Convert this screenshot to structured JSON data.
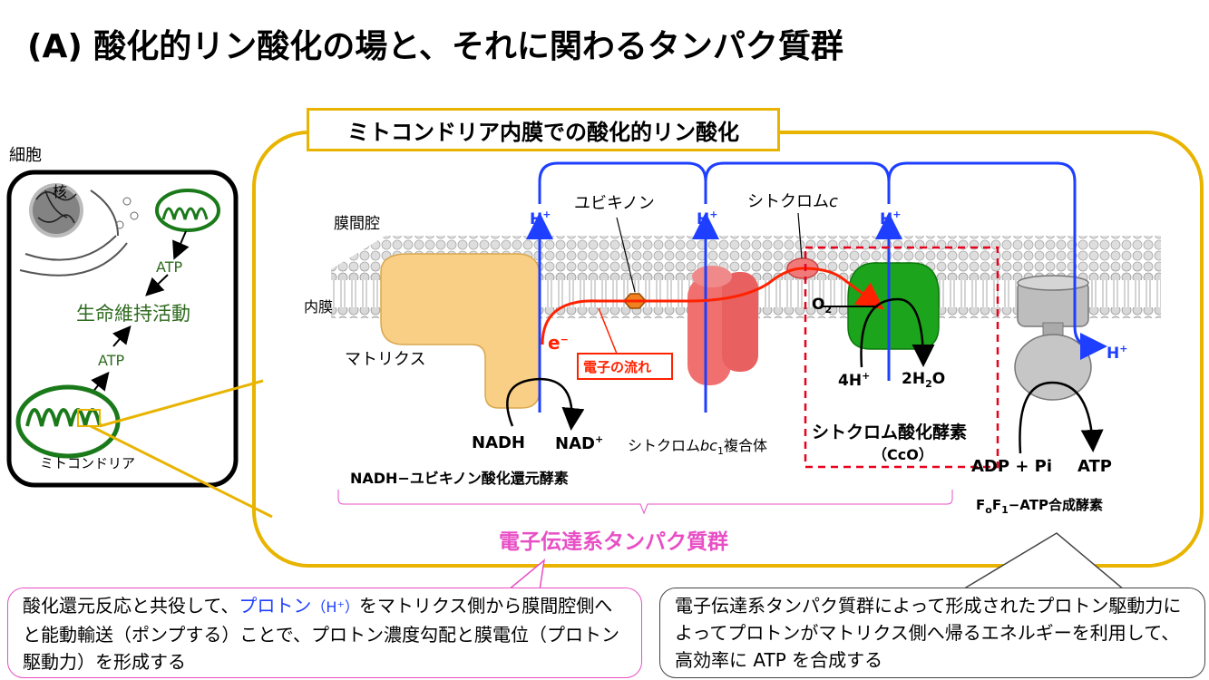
{
  "title": "(A) 酸化的リン酸化の場と、それに関わるタンパク質群",
  "cell_panel": {
    "label": "細胞",
    "nucleus": "核",
    "atp_top": "ATP",
    "life_activity": "生命維持活動",
    "atp_bottom": "ATP",
    "mitochondria": "ミトコンドリア"
  },
  "membrane_panel": {
    "title": "ミトコンドリア内膜での酸化的リン酸化",
    "intermembrane_space": "膜間腔",
    "inner_membrane": "内膜",
    "matrix": "マトリクス",
    "ubiquinone": "ユビキノン",
    "cytochrome_c": "シトクロム",
    "cytochrome_c_italic": "c",
    "proton": "H",
    "proton_sup": "+",
    "electron": "e",
    "electron_sup": "−",
    "electron_flow": "電子の流れ",
    "nadh": "NADH",
    "nad_plus": "NAD",
    "complex1": "NADH−ユビキノン酸化還元酵素",
    "complex3_prefix": "シトクロム",
    "complex3_italic": "bc",
    "complex3_sub": "1",
    "complex3_suffix": "複合体",
    "o2": "O",
    "o2_sub": "2",
    "four_h": "4H",
    "water_prefix": "2H",
    "water_sub": "2",
    "water_suffix": "O",
    "complex4": "シトクロム酸化酵素",
    "complex4_abbr": "（CcO）",
    "adp_pi": "ADP + Pi",
    "atp": "ATP",
    "atp_synthase_prefix": "F",
    "atp_synthase_sub1": "o",
    "atp_synthase_mid": "F",
    "atp_synthase_sub2": "1",
    "atp_synthase_suffix": "−ATP合成酵素",
    "etc_group": "電子伝達系タンパク質群"
  },
  "callouts": {
    "left_part1": "酸化還元反応と共役して、",
    "left_highlight": "プロトン",
    "left_highlight2": "（H⁺）",
    "left_part2": "をマトリクス側から膜間腔側へと能動輸送（ポンプする）ことで、プロトン濃度勾配と膜電位（プロトン駆動力）を形成する",
    "right": "電子伝達系タンパク質群によって形成されたプロトン駆動力によってプロトンがマトリクス側へ帰るエネルギーを利用して、高効率に ATP を合成する"
  },
  "colors": {
    "accent_frame": "#e8b400",
    "proton_arrow": "#1e3fff",
    "electron_path": "#ff2200",
    "etc_bracket": "#e84fc5",
    "complex1": "#f8cf85",
    "complex3": "#f07070",
    "complex4": "#1ca51c",
    "atp_synthase": "#b8b8b8",
    "mitochondria": "#1a7a1a"
  }
}
